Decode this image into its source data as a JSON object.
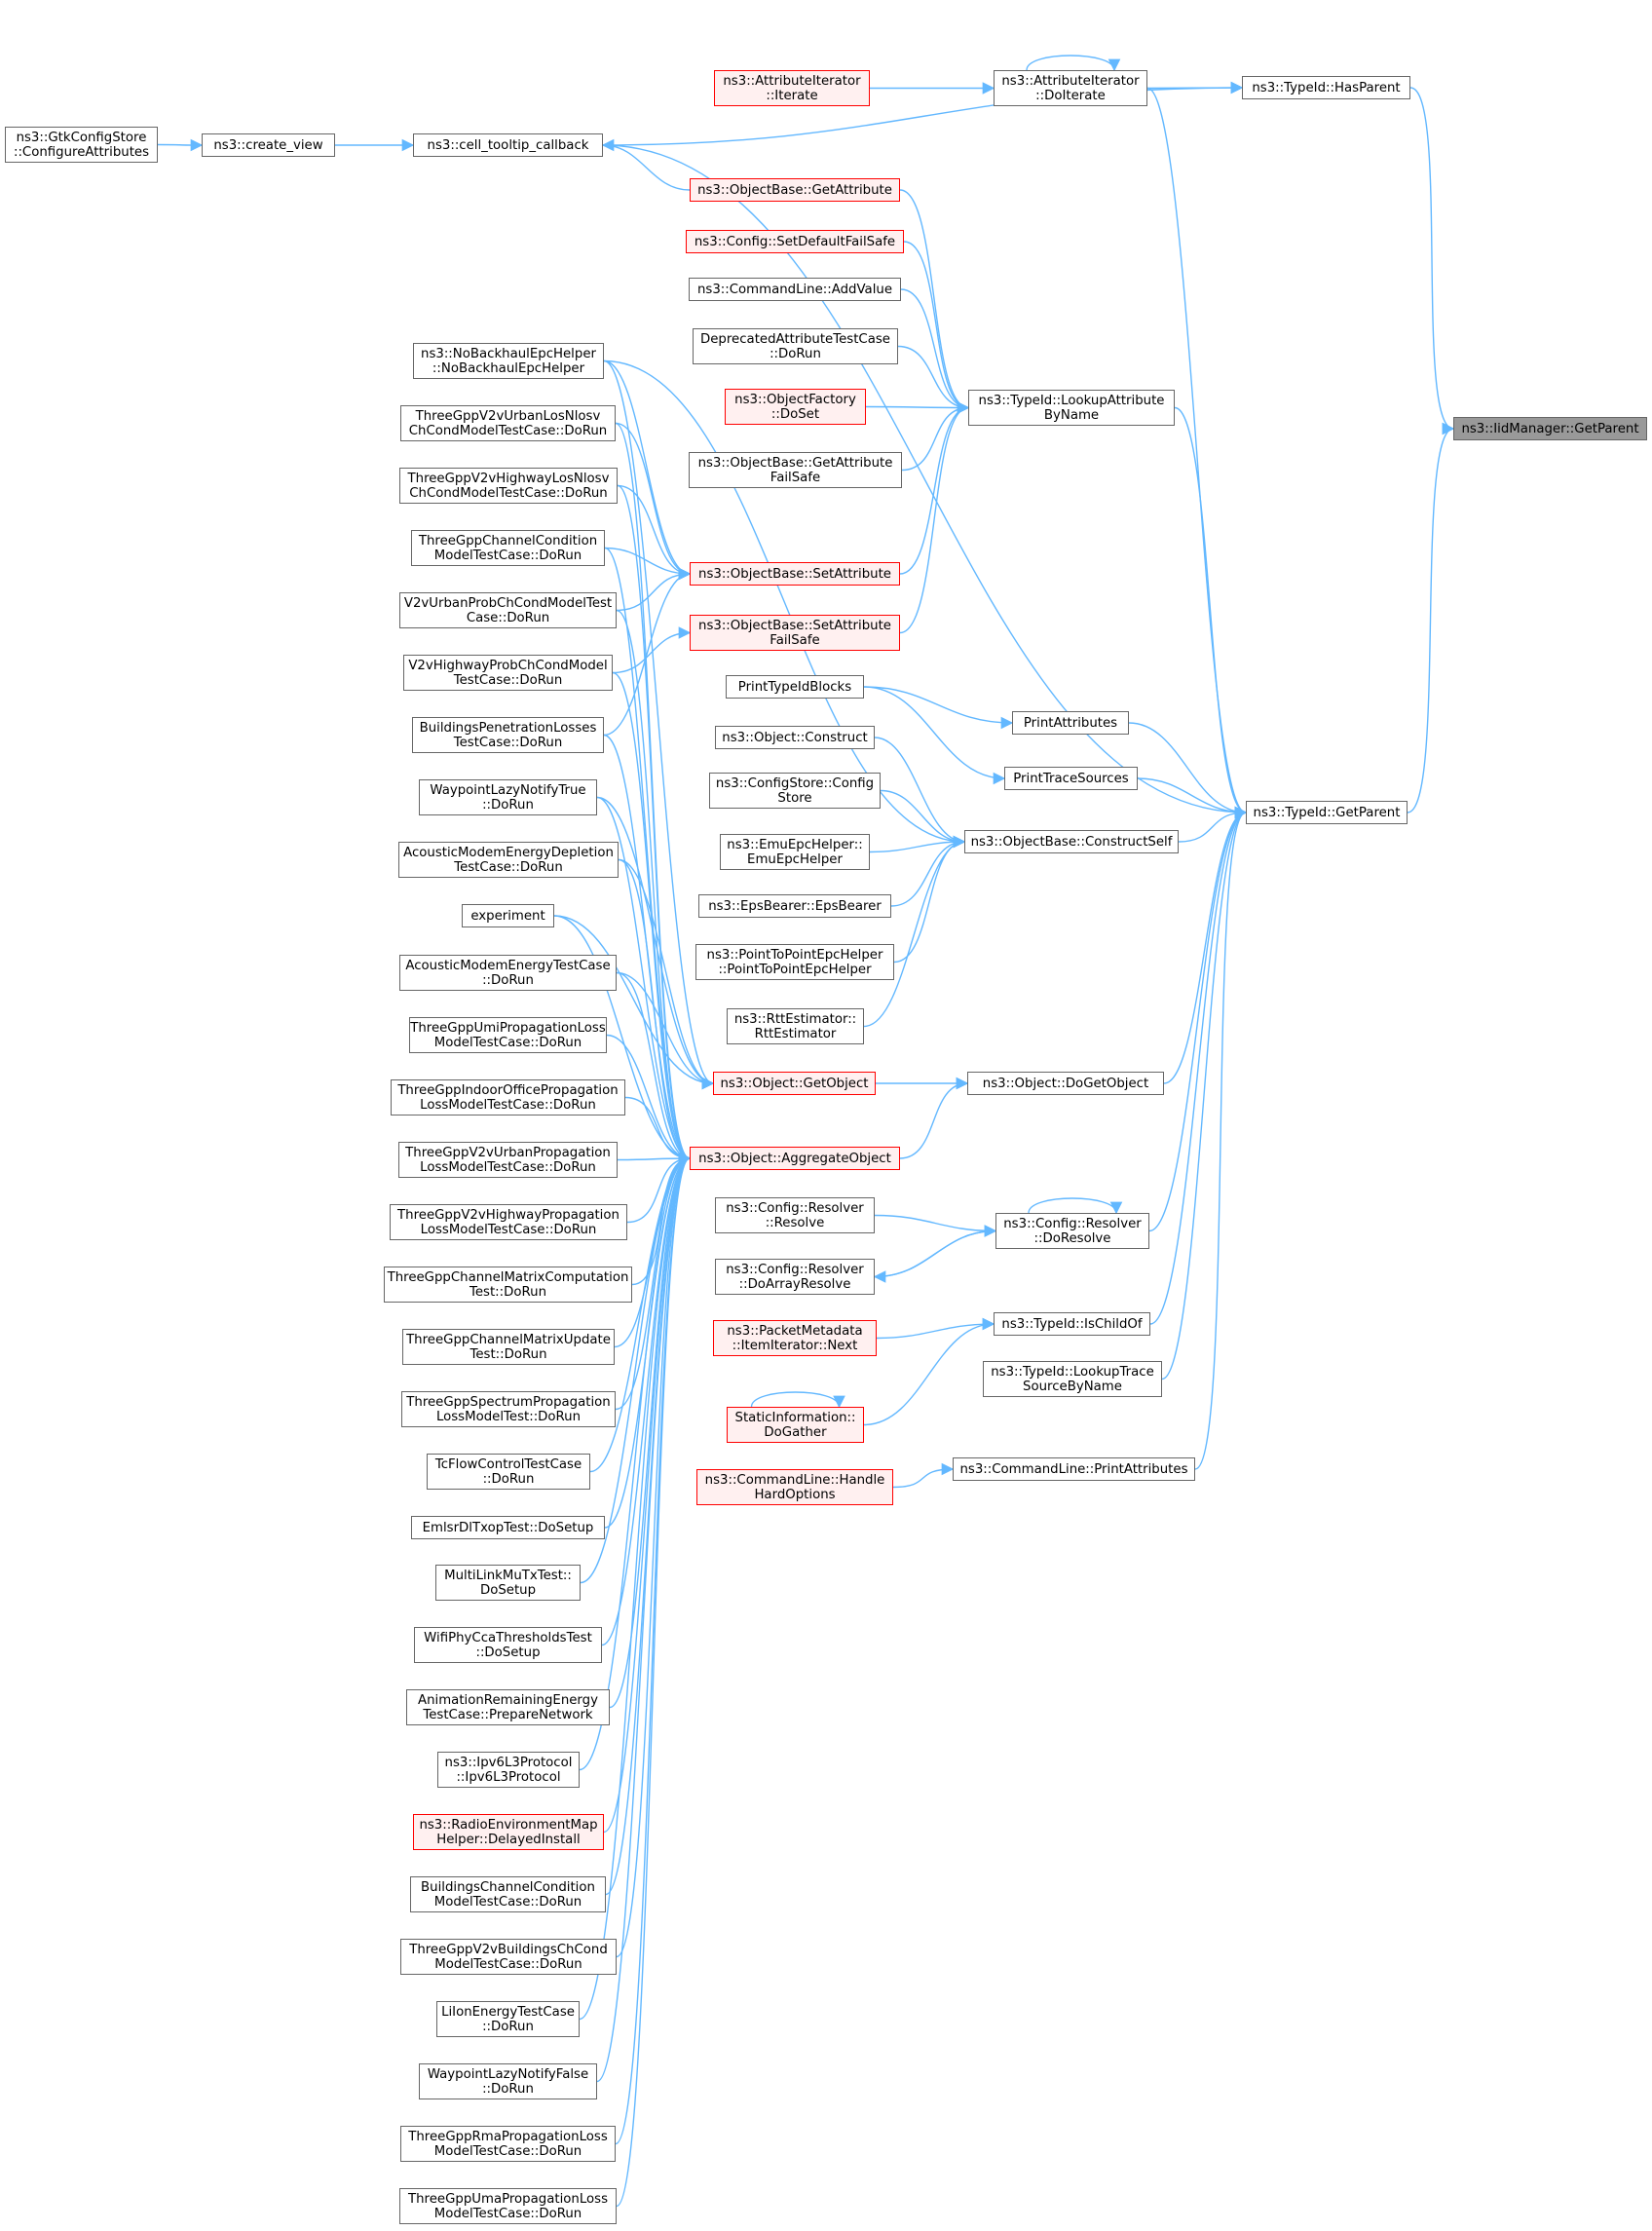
{
  "colors": {
    "edge": "#63b8ff",
    "node_border": "#666666",
    "truncated_border": "#ff0000",
    "truncated_fill": "#fff0f0",
    "root_fill": "#999999"
  },
  "nodes": [
    {
      "id": "gtk",
      "label": "ns3::GtkConfigStore\n::ConfigureAttributes",
      "truncated": false
    },
    {
      "id": "create_view",
      "label": "ns3::create_view",
      "truncated": false
    },
    {
      "id": "cell_tooltip",
      "label": "ns3::cell_tooltip_callback",
      "truncated": false
    },
    {
      "id": "attr_iterate",
      "label": "ns3::AttributeIterator\n::Iterate",
      "truncated": true
    },
    {
      "id": "attr_doiterate",
      "label": "ns3::AttributeIterator\n::DoIterate",
      "truncated": false
    },
    {
      "id": "hasparent",
      "label": "ns3::TypeId::HasParent",
      "truncated": false
    },
    {
      "id": "root",
      "label": "ns3::IidManager::GetParent",
      "truncated": false,
      "root": true
    },
    {
      "id": "ob_getattr",
      "label": "ns3::ObjectBase::GetAttribute",
      "truncated": true
    },
    {
      "id": "cfg_setdef",
      "label": "ns3::Config::SetDefaultFailSafe",
      "truncated": true
    },
    {
      "id": "cl_addvalue",
      "label": "ns3::CommandLine::AddValue",
      "truncated": false
    },
    {
      "id": "deprecated",
      "label": "DeprecatedAttributeTestCase\n::DoRun",
      "truncated": false
    },
    {
      "id": "objfactory",
      "label": "ns3::ObjectFactory\n::DoSet",
      "truncated": true
    },
    {
      "id": "ob_getattrfs",
      "label": "ns3::ObjectBase::GetAttribute\nFailSafe",
      "truncated": false
    },
    {
      "id": "lookupattr",
      "label": "ns3::TypeId::LookupAttribute\nByName",
      "truncated": false
    },
    {
      "id": "ob_setattr",
      "label": "ns3::ObjectBase::SetAttribute",
      "truncated": true
    },
    {
      "id": "ob_setattrfs",
      "label": "ns3::ObjectBase::SetAttribute\nFailSafe",
      "truncated": true
    },
    {
      "id": "printtypeid",
      "label": "PrintTypeIdBlocks",
      "truncated": false
    },
    {
      "id": "printattrs",
      "label": "PrintAttributes",
      "truncated": false
    },
    {
      "id": "printtrace",
      "label": "PrintTraceSources",
      "truncated": false
    },
    {
      "id": "gettypeparent",
      "label": "ns3::TypeId::GetParent",
      "truncated": false
    },
    {
      "id": "obj_construct",
      "label": "ns3::Object::Construct",
      "truncated": false
    },
    {
      "id": "configstore",
      "label": "ns3::ConfigStore::Config\nStore",
      "truncated": false
    },
    {
      "id": "emuepc",
      "label": "ns3::EmuEpcHelper::\nEmuEpcHelper",
      "truncated": false
    },
    {
      "id": "epsbearer",
      "label": "ns3::EpsBearer::EpsBearer",
      "truncated": false
    },
    {
      "id": "p2pepc",
      "label": "ns3::PointToPointEpcHelper\n::PointToPointEpcHelper",
      "truncated": false
    },
    {
      "id": "rtt",
      "label": "ns3::RttEstimator::\nRttEstimator",
      "truncated": false
    },
    {
      "id": "constructself",
      "label": "ns3::ObjectBase::ConstructSelf",
      "truncated": false
    },
    {
      "id": "obj_getobject",
      "label": "ns3::Object::GetObject",
      "truncated": true
    },
    {
      "id": "obj_dogetobject",
      "label": "ns3::Object::DoGetObject",
      "truncated": false
    },
    {
      "id": "aggregate",
      "label": "ns3::Object::AggregateObject",
      "truncated": true
    },
    {
      "id": "cfg_resolve",
      "label": "ns3::Config::Resolver\n::Resolve",
      "truncated": false
    },
    {
      "id": "cfg_doresolve",
      "label": "ns3::Config::Resolver\n::DoResolve",
      "truncated": false
    },
    {
      "id": "cfg_doarray",
      "label": "ns3::Config::Resolver\n::DoArrayResolve",
      "truncated": false
    },
    {
      "id": "pktmeta",
      "label": "ns3::PacketMetadata\n::ItemIterator::Next",
      "truncated": true
    },
    {
      "id": "ischildof",
      "label": "ns3::TypeId::IsChildOf",
      "truncated": false
    },
    {
      "id": "lookuptrace",
      "label": "ns3::TypeId::LookupTrace\nSourceByName",
      "truncated": false
    },
    {
      "id": "staticinfo",
      "label": "StaticInformation::\nDoGather",
      "truncated": true
    },
    {
      "id": "cl_handle",
      "label": "ns3::CommandLine::Handle\nHardOptions",
      "truncated": true
    },
    {
      "id": "cl_printattrs",
      "label": "ns3::CommandLine::PrintAttributes",
      "truncated": false
    },
    {
      "id": "l0",
      "label": "ns3::NoBackhaulEpcHelper\n::NoBackhaulEpcHelper",
      "truncated": false
    },
    {
      "id": "l1",
      "label": "ThreeGppV2vUrbanLosNlosv\nChCondModelTestCase::DoRun",
      "truncated": false
    },
    {
      "id": "l2",
      "label": "ThreeGppV2vHighwayLosNlosv\nChCondModelTestCase::DoRun",
      "truncated": false
    },
    {
      "id": "l3",
      "label": "ThreeGppChannelCondition\nModelTestCase::DoRun",
      "truncated": false
    },
    {
      "id": "l4",
      "label": "V2vUrbanProbChCondModelTest\nCase::DoRun",
      "truncated": false
    },
    {
      "id": "l5",
      "label": "V2vHighwayProbChCondModel\nTestCase::DoRun",
      "truncated": false
    },
    {
      "id": "l6",
      "label": "BuildingsPenetrationLosses\nTestCase::DoRun",
      "truncated": false
    },
    {
      "id": "l7",
      "label": "WaypointLazyNotifyTrue\n::DoRun",
      "truncated": false
    },
    {
      "id": "l8",
      "label": "AcousticModemEnergyDepletion\nTestCase::DoRun",
      "truncated": false
    },
    {
      "id": "l9",
      "label": "experiment",
      "truncated": false
    },
    {
      "id": "l10",
      "label": "AcousticModemEnergyTestCase\n::DoRun",
      "truncated": false
    },
    {
      "id": "l11",
      "label": "ThreeGppUmiPropagationLoss\nModelTestCase::DoRun",
      "truncated": false
    },
    {
      "id": "l12",
      "label": "ThreeGppIndoorOfficePropagation\nLossModelTestCase::DoRun",
      "truncated": false
    },
    {
      "id": "l13",
      "label": "ThreeGppV2vUrbanPropagation\nLossModelTestCase::DoRun",
      "truncated": false
    },
    {
      "id": "l14",
      "label": "ThreeGppV2vHighwayPropagation\nLossModelTestCase::DoRun",
      "truncated": false
    },
    {
      "id": "l15",
      "label": "ThreeGppChannelMatrixComputation\nTest::DoRun",
      "truncated": false
    },
    {
      "id": "l16",
      "label": "ThreeGppChannelMatrixUpdate\nTest::DoRun",
      "truncated": false
    },
    {
      "id": "l17",
      "label": "ThreeGppSpectrumPropagation\nLossModelTest::DoRun",
      "truncated": false
    },
    {
      "id": "l18",
      "label": "TcFlowControlTestCase\n::DoRun",
      "truncated": false
    },
    {
      "id": "l19",
      "label": "EmlsrDlTxopTest::DoSetup",
      "truncated": false
    },
    {
      "id": "l20",
      "label": "MultiLinkMuTxTest::\nDoSetup",
      "truncated": false
    },
    {
      "id": "l21",
      "label": "WifiPhyCcaThresholdsTest\n::DoSetup",
      "truncated": false
    },
    {
      "id": "l22",
      "label": "AnimationRemainingEnergy\nTestCase::PrepareNetwork",
      "truncated": false
    },
    {
      "id": "l23",
      "label": "ns3::Ipv6L3Protocol\n::Ipv6L3Protocol",
      "truncated": false
    },
    {
      "id": "l24",
      "label": "ns3::RadioEnvironmentMap\nHelper::DelayedInstall",
      "truncated": true
    },
    {
      "id": "l25",
      "label": "BuildingsChannelCondition\nModelTestCase::DoRun",
      "truncated": false
    },
    {
      "id": "l26",
      "label": "ThreeGppV2vBuildingsChCond\nModelTestCase::DoRun",
      "truncated": false
    },
    {
      "id": "l27",
      "label": "LiIonEnergyTestCase\n::DoRun",
      "truncated": false
    },
    {
      "id": "l28",
      "label": "WaypointLazyNotifyFalse\n::DoRun",
      "truncated": false
    },
    {
      "id": "l29",
      "label": "ThreeGppRmaPropagationLoss\nModelTestCase::DoRun",
      "truncated": false
    },
    {
      "id": "l30",
      "label": "ThreeGppUmaPropagationLoss\nModelTestCase::DoRun",
      "truncated": false
    }
  ],
  "edges": [
    {
      "from": "gtk",
      "to": "create_view"
    },
    {
      "from": "create_view",
      "to": "cell_tooltip"
    },
    {
      "from": "attr_iterate",
      "to": "attr_doiterate"
    },
    {
      "from": "attr_doiterate",
      "to": "hasparent"
    },
    {
      "from": "attr_doiterate",
      "to": "attr_doiterate"
    },
    {
      "from": "cell_tooltip",
      "to": "hasparent"
    },
    {
      "from": "hasparent",
      "to": "root"
    },
    {
      "from": "cell_tooltip",
      "to": "gettypeparent"
    },
    {
      "from": "attr_doiterate",
      "to": "gettypeparent"
    },
    {
      "from": "ob_getattr",
      "to": "cell_tooltip"
    },
    {
      "from": "ob_getattr",
      "to": "lookupattr"
    },
    {
      "from": "cfg_setdef",
      "to": "lookupattr"
    },
    {
      "from": "cl_addvalue",
      "to": "lookupattr"
    },
    {
      "from": "deprecated",
      "to": "lookupattr"
    },
    {
      "from": "objfactory",
      "to": "lookupattr"
    },
    {
      "from": "ob_getattrfs",
      "to": "lookupattr"
    },
    {
      "from": "ob_setattr",
      "to": "lookupattr"
    },
    {
      "from": "ob_setattrfs",
      "to": "lookupattr"
    },
    {
      "from": "lookupattr",
      "to": "gettypeparent"
    },
    {
      "from": "printtypeid",
      "to": "printattrs"
    },
    {
      "from": "printtypeid",
      "to": "printtrace"
    },
    {
      "from": "printattrs",
      "to": "gettypeparent"
    },
    {
      "from": "printtrace",
      "to": "gettypeparent"
    },
    {
      "from": "obj_construct",
      "to": "constructself"
    },
    {
      "from": "configstore",
      "to": "constructself"
    },
    {
      "from": "emuepc",
      "to": "constructself"
    },
    {
      "from": "epsbearer",
      "to": "constructself"
    },
    {
      "from": "p2pepc",
      "to": "constructself"
    },
    {
      "from": "rtt",
      "to": "constructself"
    },
    {
      "from": "constructself",
      "to": "gettypeparent"
    },
    {
      "from": "obj_getobject",
      "to": "obj_dogetobject"
    },
    {
      "from": "aggregate",
      "to": "obj_dogetobject"
    },
    {
      "from": "obj_dogetobject",
      "to": "gettypeparent"
    },
    {
      "from": "cfg_resolve",
      "to": "cfg_doresolve"
    },
    {
      "from": "cfg_doresolve",
      "to": "cfg_doarray"
    },
    {
      "from": "cfg_doarray",
      "to": "cfg_doresolve"
    },
    {
      "from": "cfg_doresolve",
      "to": "cfg_doresolve"
    },
    {
      "from": "cfg_doresolve",
      "to": "gettypeparent"
    },
    {
      "from": "pktmeta",
      "to": "ischildof"
    },
    {
      "from": "staticinfo",
      "to": "ischildof"
    },
    {
      "from": "staticinfo",
      "to": "staticinfo"
    },
    {
      "from": "ischildof",
      "to": "gettypeparent"
    },
    {
      "from": "lookuptrace",
      "to": "gettypeparent"
    },
    {
      "from": "cl_handle",
      "to": "cl_printattrs"
    },
    {
      "from": "cl_printattrs",
      "to": "gettypeparent"
    },
    {
      "from": "gettypeparent",
      "to": "root"
    },
    {
      "from": "l0",
      "to": "obj_getobject"
    },
    {
      "from": "l0",
      "to": "ob_setattr"
    },
    {
      "from": "l0",
      "to": "constructself"
    },
    {
      "from": "l1",
      "to": "ob_setattr"
    },
    {
      "from": "l1",
      "to": "aggregate"
    },
    {
      "from": "l2",
      "to": "ob_setattr"
    },
    {
      "from": "l2",
      "to": "aggregate"
    },
    {
      "from": "l3",
      "to": "ob_setattr"
    },
    {
      "from": "l3",
      "to": "aggregate"
    },
    {
      "from": "l4",
      "to": "ob_setattr"
    },
    {
      "from": "l4",
      "to": "aggregate"
    },
    {
      "from": "l5",
      "to": "ob_setattrfs"
    },
    {
      "from": "l5",
      "to": "aggregate"
    },
    {
      "from": "l6",
      "to": "ob_setattr"
    },
    {
      "from": "l6",
      "to": "aggregate"
    },
    {
      "from": "l7",
      "to": "obj_getobject"
    },
    {
      "from": "l7",
      "to": "aggregate"
    },
    {
      "from": "l8",
      "to": "obj_getobject"
    },
    {
      "from": "l8",
      "to": "aggregate"
    },
    {
      "from": "l9",
      "to": "obj_getobject"
    },
    {
      "from": "l9",
      "to": "aggregate"
    },
    {
      "from": "l10",
      "to": "obj_getobject"
    },
    {
      "from": "l10",
      "to": "aggregate"
    },
    {
      "from": "l11",
      "to": "aggregate"
    },
    {
      "from": "l12",
      "to": "aggregate"
    },
    {
      "from": "l13",
      "to": "aggregate"
    },
    {
      "from": "l14",
      "to": "aggregate"
    },
    {
      "from": "l15",
      "to": "aggregate"
    },
    {
      "from": "l16",
      "to": "aggregate"
    },
    {
      "from": "l17",
      "to": "aggregate"
    },
    {
      "from": "l18",
      "to": "aggregate"
    },
    {
      "from": "l19",
      "to": "aggregate"
    },
    {
      "from": "l20",
      "to": "aggregate"
    },
    {
      "from": "l21",
      "to": "aggregate"
    },
    {
      "from": "l22",
      "to": "aggregate"
    },
    {
      "from": "l23",
      "to": "aggregate"
    },
    {
      "from": "l24",
      "to": "aggregate"
    },
    {
      "from": "l25",
      "to": "aggregate"
    },
    {
      "from": "l26",
      "to": "aggregate"
    },
    {
      "from": "l27",
      "to": "aggregate"
    },
    {
      "from": "l28",
      "to": "aggregate"
    },
    {
      "from": "l29",
      "to": "aggregate"
    },
    {
      "from": "l30",
      "to": "aggregate"
    }
  ]
}
